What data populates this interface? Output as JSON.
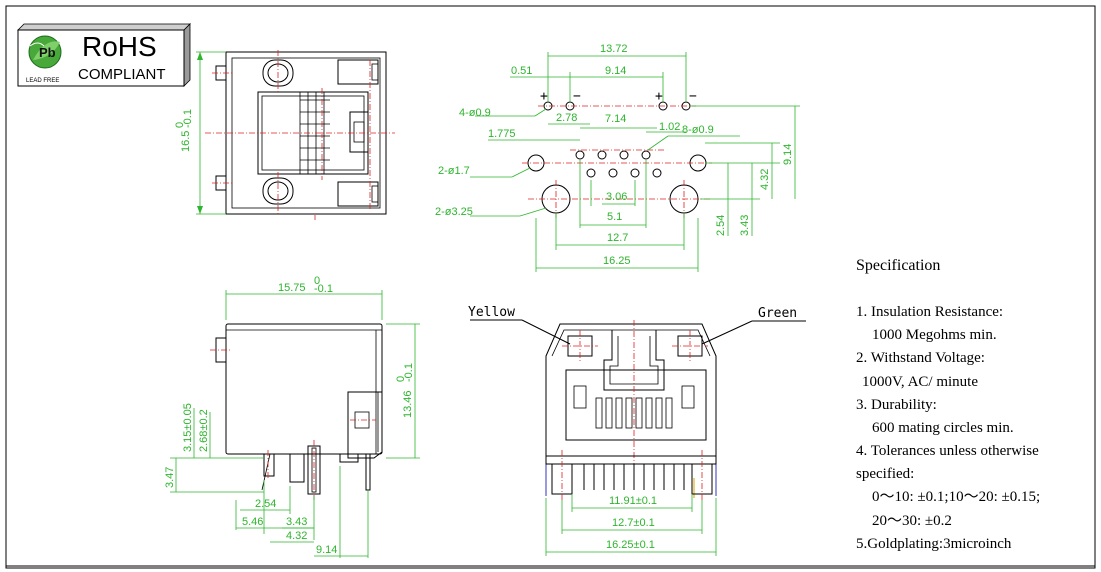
{
  "logo": {
    "mark_letter": "Pb",
    "title": "RoHS",
    "subtitle": "COMPLIANT",
    "lead_free": "LEAD FREE"
  },
  "top_view": {
    "height_dim": "16.5",
    "height_tol_upper": "0",
    "height_tol_lower": "-0.1"
  },
  "footprint": {
    "dim_13_72": "13.72",
    "dim_0_51": "0.51",
    "dim_9_14": "9.14",
    "dim_2_78": "2.78",
    "dim_7_14": "7.14",
    "dim_1_775": "1.775",
    "dim_1_02": "1.02",
    "dim_3_06": "3.06",
    "dim_5_1": "5.1",
    "dim_12_7": "12.7",
    "dim_16_25": "16.25",
    "dim_v_9_14": "9.14",
    "dim_v_4_32": "4.32",
    "dim_v_2_54": "2.54",
    "dim_v_3_43": "3.43",
    "hole_4_09": "4-ø0.9",
    "hole_8_09": "8-ø0.9",
    "hole_2_17": "2-ø1.7",
    "hole_2_325": "2-ø3.25",
    "plus": "+",
    "minus": "−"
  },
  "side_view": {
    "width_dim": "15.75",
    "width_tol_upper": "0",
    "width_tol_lower": "-0.1",
    "height_dim": "13.46",
    "height_tol_upper": "0",
    "height_tol_lower": "-0.1",
    "dim_3_15": "3.15±0.05",
    "dim_2_68": "2.68±0.2",
    "dim_3_47": "3.47",
    "dim_2_54": "2.54",
    "dim_5_46": "5.46",
    "dim_3_43": "3.43",
    "dim_4_32": "4.32",
    "dim_9_14": "9.14"
  },
  "front_view": {
    "led_left": "Yellow",
    "led_right": "Green",
    "dim_11_91": "11.91±0.1",
    "dim_12_7": "12.7±0.1",
    "dim_16_25": "16.25±0.1"
  },
  "specification": {
    "title": "Specification",
    "lines": [
      "1. Insulation Resistance:",
      "1000 Megohms min.",
      "2. Withstand Voltage:",
      "1000V, AC/ minute",
      "3. Durability:",
      "600 mating circles min.",
      "4. Tolerances unless otherwise",
      "specified:",
      "0～10: ±0.1;10～20: ±0.15;",
      "20～30: ±0.2",
      "5.Goldplating:3microinch"
    ]
  }
}
